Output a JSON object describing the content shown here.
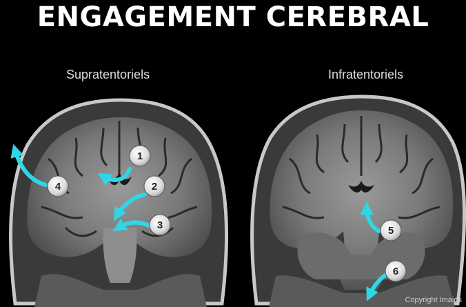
{
  "title": "ENGAGEMENT CEREBRAL",
  "panels": {
    "left": {
      "label": "Supratentoriels"
    },
    "right": {
      "label": "Infratentoriels"
    }
  },
  "markers": [
    "1",
    "2",
    "3",
    "4",
    "5",
    "6"
  ],
  "copyright": "Copyright Imaios",
  "colors": {
    "background": "#000000",
    "arrow": "#2fd6e6",
    "marker_fill": "#e8e8e8",
    "title_text": "#ffffff"
  }
}
